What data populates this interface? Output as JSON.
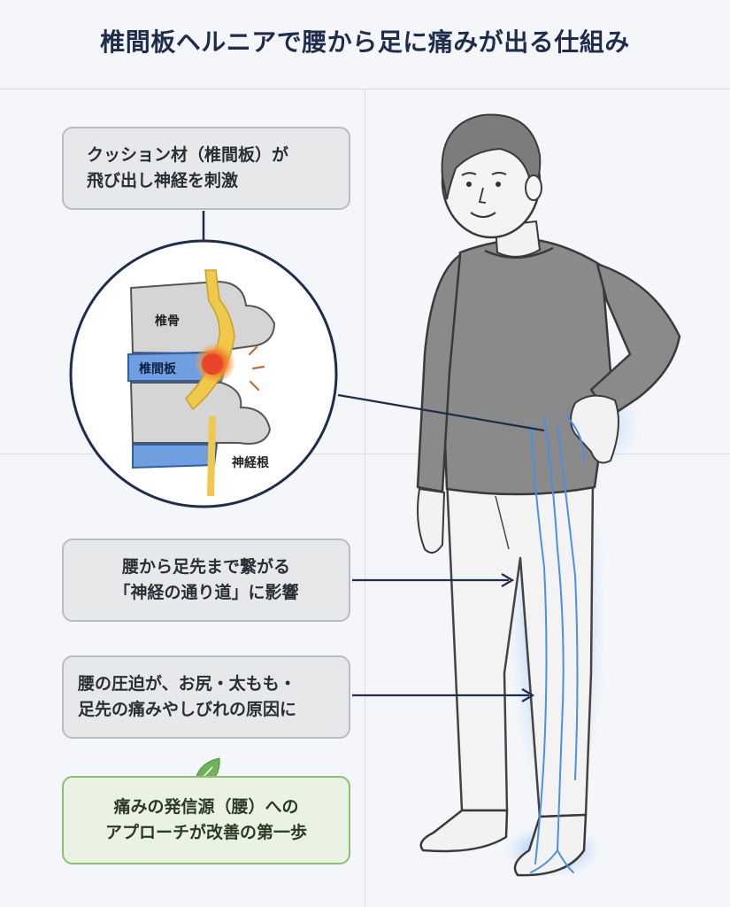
{
  "title": "椎間板ヘルニアで腰から足に痛みが出る仕組み",
  "callouts": {
    "disc": {
      "line1": "クッション材（椎間板）が",
      "line2": "飛び出し神経を刺激"
    },
    "path": {
      "line1": "腰から足先まで繋がる",
      "line2": "「神経の通り道」に影響"
    },
    "pressure": {
      "line1": "腰の圧迫が、お尻・太もも・",
      "line2": "足先の痛みやしびれの原因に"
    },
    "approach": {
      "line1": "痛みの発信源（腰）への",
      "line2": "アプローチが改善の第一歩"
    }
  },
  "spine_labels": {
    "vertebra": "椎骨",
    "disc": "椎間板",
    "nerve_root": "神経根"
  },
  "icons": {
    "leaf": "leaf-icon",
    "impact": "impact-lines-icon"
  },
  "colors": {
    "title": "#1f2d4d",
    "arrow": "#1f2d4d",
    "disc": "#6f9fe0",
    "nerve": "#f0c94a",
    "herniation": "#e8452a",
    "glow": "#8fbcf5",
    "accent_green": "#6fb35a"
  }
}
